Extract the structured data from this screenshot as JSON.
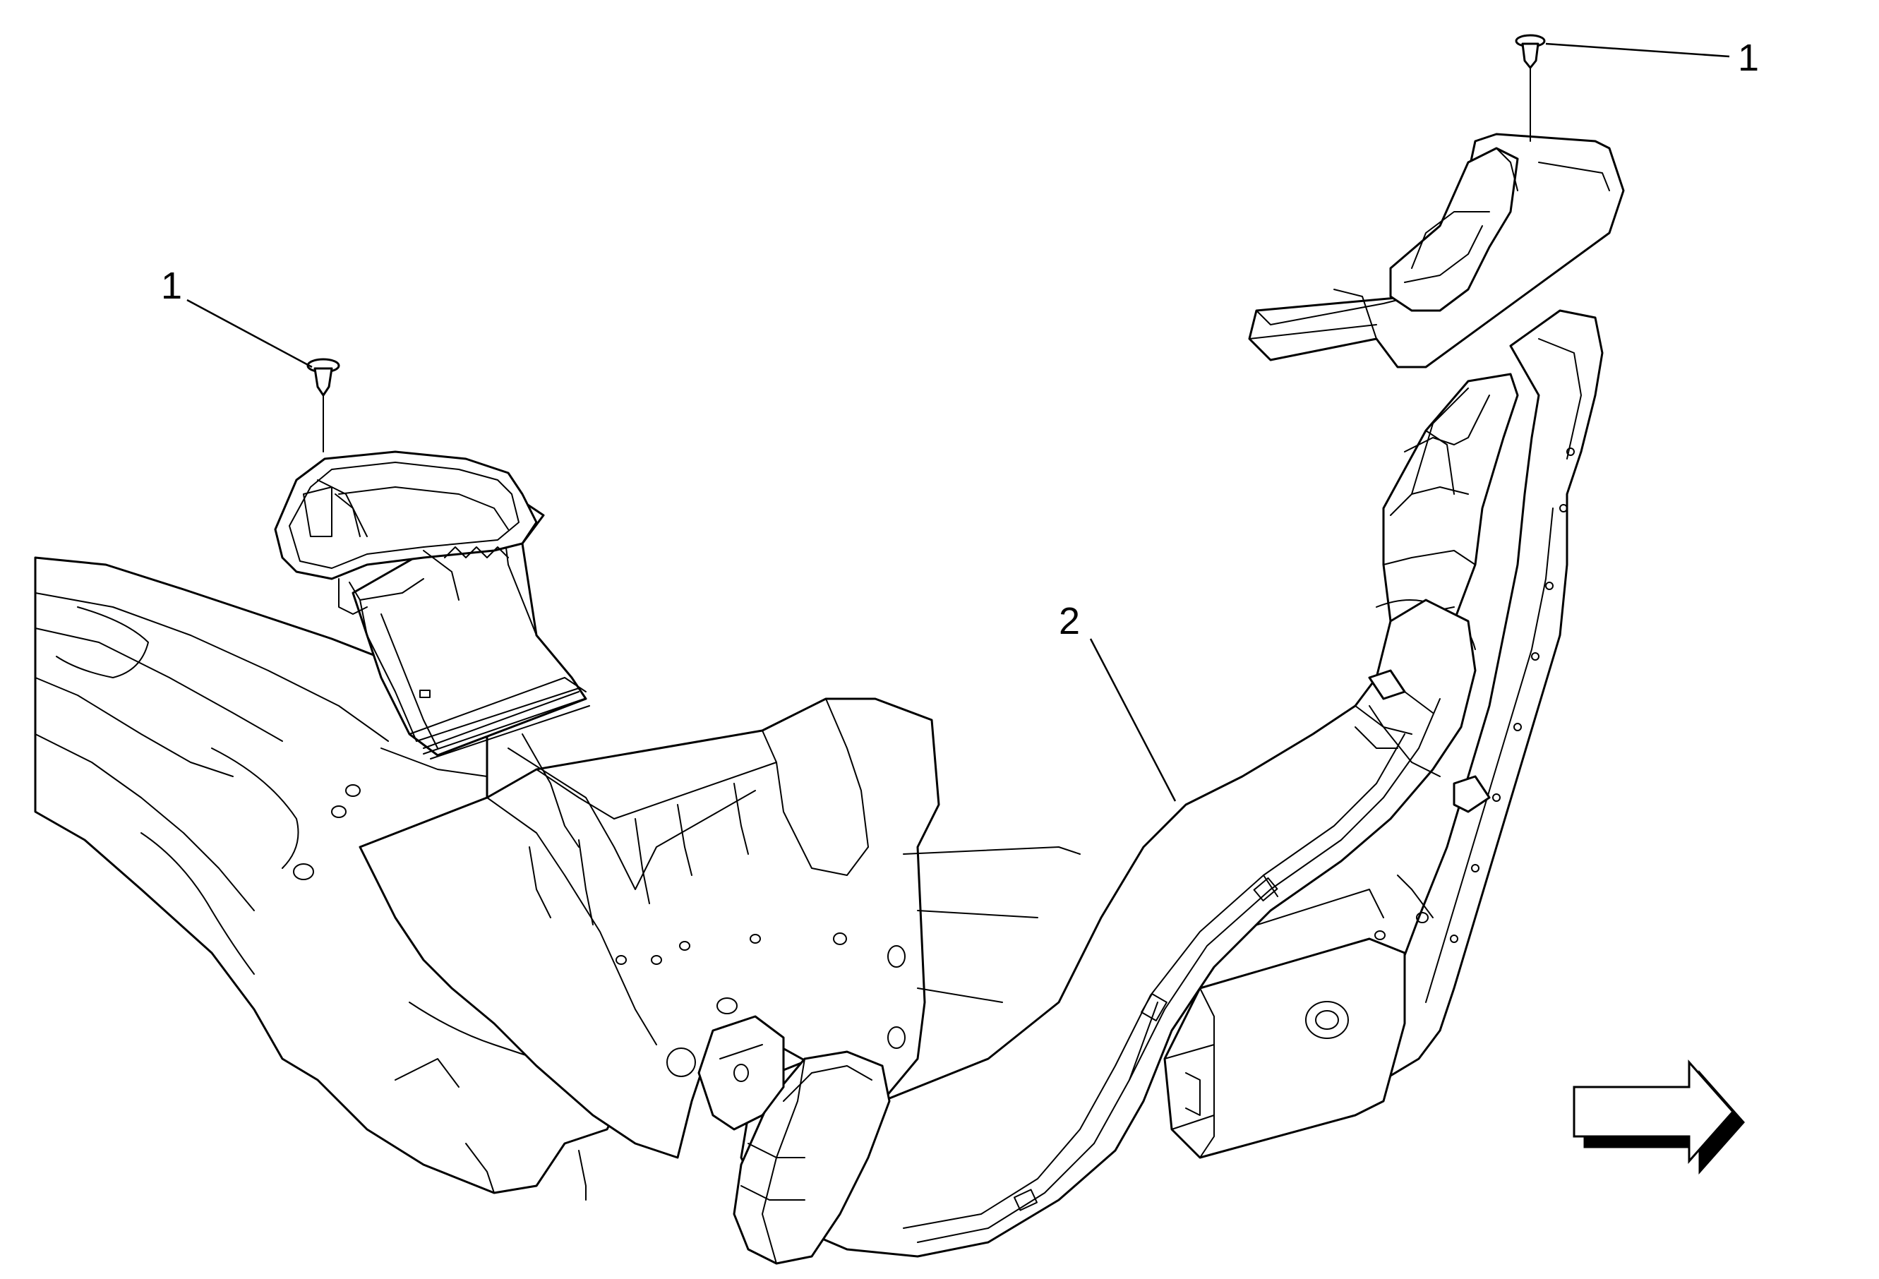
{
  "callouts": {
    "fastener_left": "1",
    "fastener_right": "1",
    "duct": "2"
  },
  "icons": {
    "direction_arrow": "arrow-right-icon"
  },
  "colors": {
    "line": "#000000",
    "background": "#ffffff"
  }
}
